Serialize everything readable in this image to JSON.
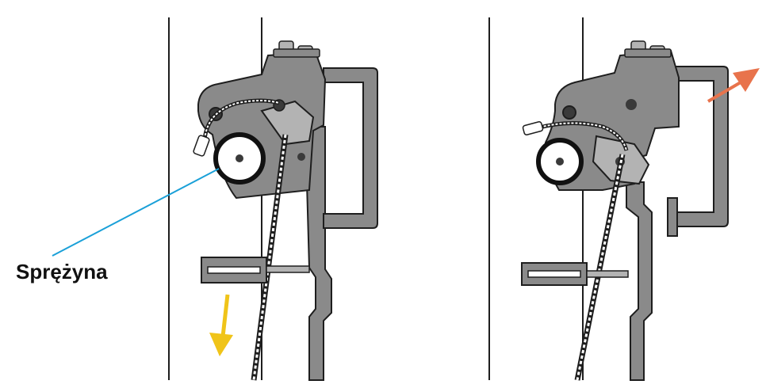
{
  "annotations": {
    "spring_label": "Sprężyna"
  },
  "colors": {
    "mechanism_fill": "#8a8a8a",
    "mechanism_dark": "#5e5e5e",
    "mechanism_light": "#b3b3b3",
    "outline": "#1e1e1e",
    "pointer_line": "#1aa0d8",
    "pull_arrow": "#f0c419",
    "release_arrow": "#e8734c"
  },
  "icons": {
    "left_arrow": "arrow-down",
    "right_arrow": "arrow-up-right"
  }
}
